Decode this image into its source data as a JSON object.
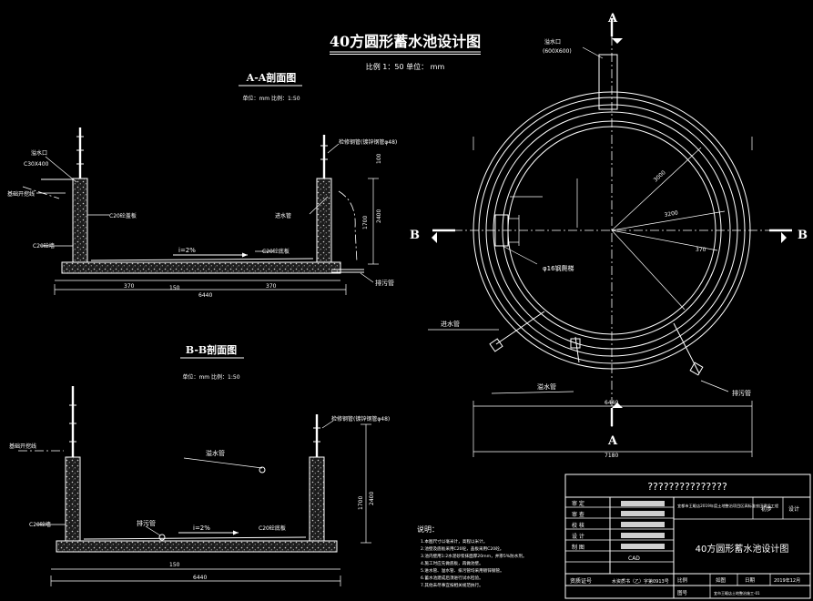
{
  "drawing": {
    "title": "40方圆形蓄水池设计图",
    "scale_note": "比例 1：50   单位： mm"
  },
  "section_aa": {
    "title": "A-A剖面图",
    "sub": "单位：mm  比例：1:50",
    "labels": [
      "溢水口",
      "C30X400",
      "基础开挖线",
      "C20砼盖板",
      "C20砼墙",
      "检修钢管(镀锌钢管φ48)",
      "进水管",
      "i=2%",
      "C20砼底板",
      "排污管"
    ],
    "dims": [
      "370",
      "370",
      "6440",
      "2400",
      "1700",
      "100",
      "150"
    ]
  },
  "section_bb": {
    "title": "B-B剖面图",
    "sub": "单位：mm  比例：1:50",
    "labels": [
      "基础开挖线",
      "检修钢管(镀锌钢管φ48)",
      "溢水管",
      "C20砼墙",
      "排污管",
      "i=2%",
      "C20砼底板"
    ],
    "dims": [
      "6440",
      "2400",
      "1700",
      "150"
    ]
  },
  "plan": {
    "labels": [
      "溢水口",
      "(600X600)",
      "A",
      "A",
      "B",
      "B",
      "φ16钢爬梯",
      "进水管",
      "溢水管",
      "排污管"
    ],
    "dims": [
      "3000",
      "3200",
      "370",
      "6440",
      "7180"
    ]
  },
  "notes": {
    "title": "说明：",
    "items": [
      "1.本图尺寸以毫米计，高程以米计。",
      "2.池壁及底板采用C20砼，盖板采用C20砼。",
      "3.池内壁用1:2水泥砂浆抹面厚20mm，并掺5%防水剂。",
      "4.施工时应先做底板，再做池壁。",
      "5.进水管、溢水管、排污管均采用镀锌钢管。",
      "6.蓄水池建成后须进行试水检验。",
      "7.其他未尽事宜按相关规范执行。"
    ]
  },
  "title_block": {
    "company": "???????????????",
    "row_labels": [
      "审 定",
      "审 查",
      "校 核",
      "设 计",
      "制 图",
      "CAD",
      "资质证号"
    ],
    "project": "宜都市王畈店2019年度土地整治项目区高标准农田建设工程",
    "stage_label": "初步",
    "stage_value": "设计",
    "drawing_title": "40方圆形蓄水池设计图",
    "bottom": [
      "比例",
      "如图",
      "日期",
      "2019年12月",
      "图号",
      "宜市王畈店土地整治施工-01"
    ],
    "cert": "水资质书（乙）字第0913号"
  }
}
